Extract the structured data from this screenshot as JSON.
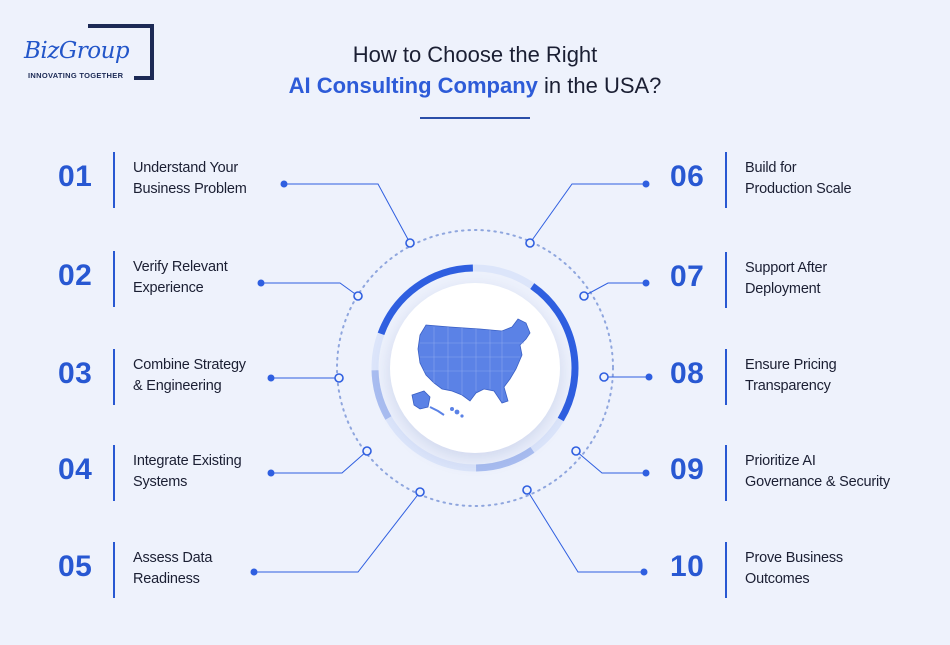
{
  "logo": {
    "word": "BizGroup",
    "tagline": "INNOVATING TOGETHER"
  },
  "title": {
    "line1": "How to Choose the Right",
    "line2_accent": "AI Consulting Company",
    "line2_rest": " in the USA?"
  },
  "items_left": [
    {
      "num": "01",
      "label": "Understand Your\nBusiness Problem"
    },
    {
      "num": "02",
      "label": "Verify Relevant\nExperience"
    },
    {
      "num": "03",
      "label": "Combine Strategy\n& Engineering"
    },
    {
      "num": "04",
      "label": "Integrate Existing\nSystems"
    },
    {
      "num": "05",
      "label": "Assess Data\nReadiness"
    }
  ],
  "items_right": [
    {
      "num": "06",
      "label": "Build for\nProduction Scale"
    },
    {
      "num": "07",
      "label": "Support After\nDeployment"
    },
    {
      "num": "08",
      "label": "Ensure Pricing\nTransparency"
    },
    {
      "num": "09",
      "label": "Prioritize AI\nGovernance & Security"
    },
    {
      "num": "10",
      "label": "Prove Business\nOutcomes"
    }
  ],
  "colors": {
    "accent": "#2d5bd8",
    "dark_text": "#1b1f33",
    "background": "#eef2fc",
    "map_fill": "#5b82e6"
  },
  "icons": {
    "center": "usa-map-icon"
  }
}
